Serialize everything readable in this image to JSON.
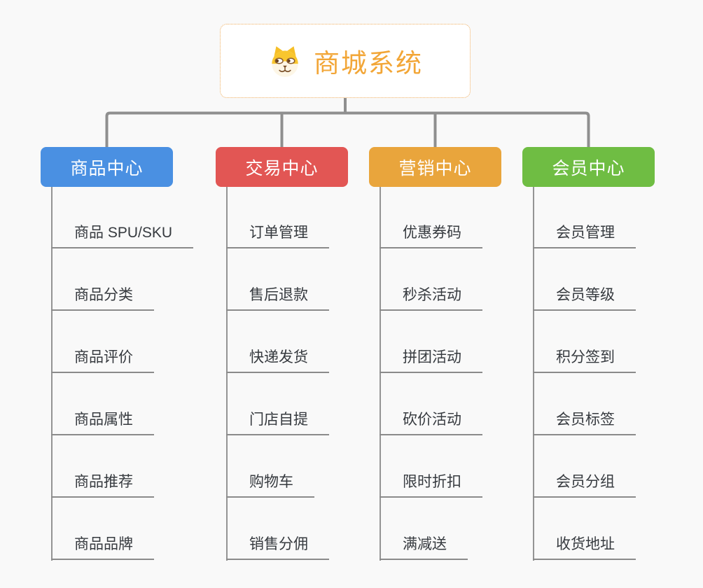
{
  "root": {
    "title": "商城系统",
    "icon": "dog-face-icon",
    "accent_color": "#f2a637",
    "border_color": "#efae5f"
  },
  "connector_color": "#8f8f8f",
  "branches": [
    {
      "key": "product-center",
      "label": "商品中心",
      "color": "#4a90e2",
      "items": [
        "商品 SPU/SKU",
        "商品分类",
        "商品评价",
        "商品属性",
        "商品推荐",
        "商品品牌"
      ]
    },
    {
      "key": "trade-center",
      "label": "交易中心",
      "color": "#e25654",
      "items": [
        "订单管理",
        "售后退款",
        "快递发货",
        "门店自提",
        "购物车",
        "销售分佣"
      ]
    },
    {
      "key": "marketing-center",
      "label": "营销中心",
      "color": "#e9a53c",
      "items": [
        "优惠券码",
        "秒杀活动",
        "拼团活动",
        "砍价活动",
        "限时折扣",
        "满减送"
      ]
    },
    {
      "key": "member-center",
      "label": "会员中心",
      "color": "#6fbd43",
      "items": [
        "会员管理",
        "会员等级",
        "积分签到",
        "会员标签",
        "会员分组",
        "收货地址"
      ]
    }
  ]
}
